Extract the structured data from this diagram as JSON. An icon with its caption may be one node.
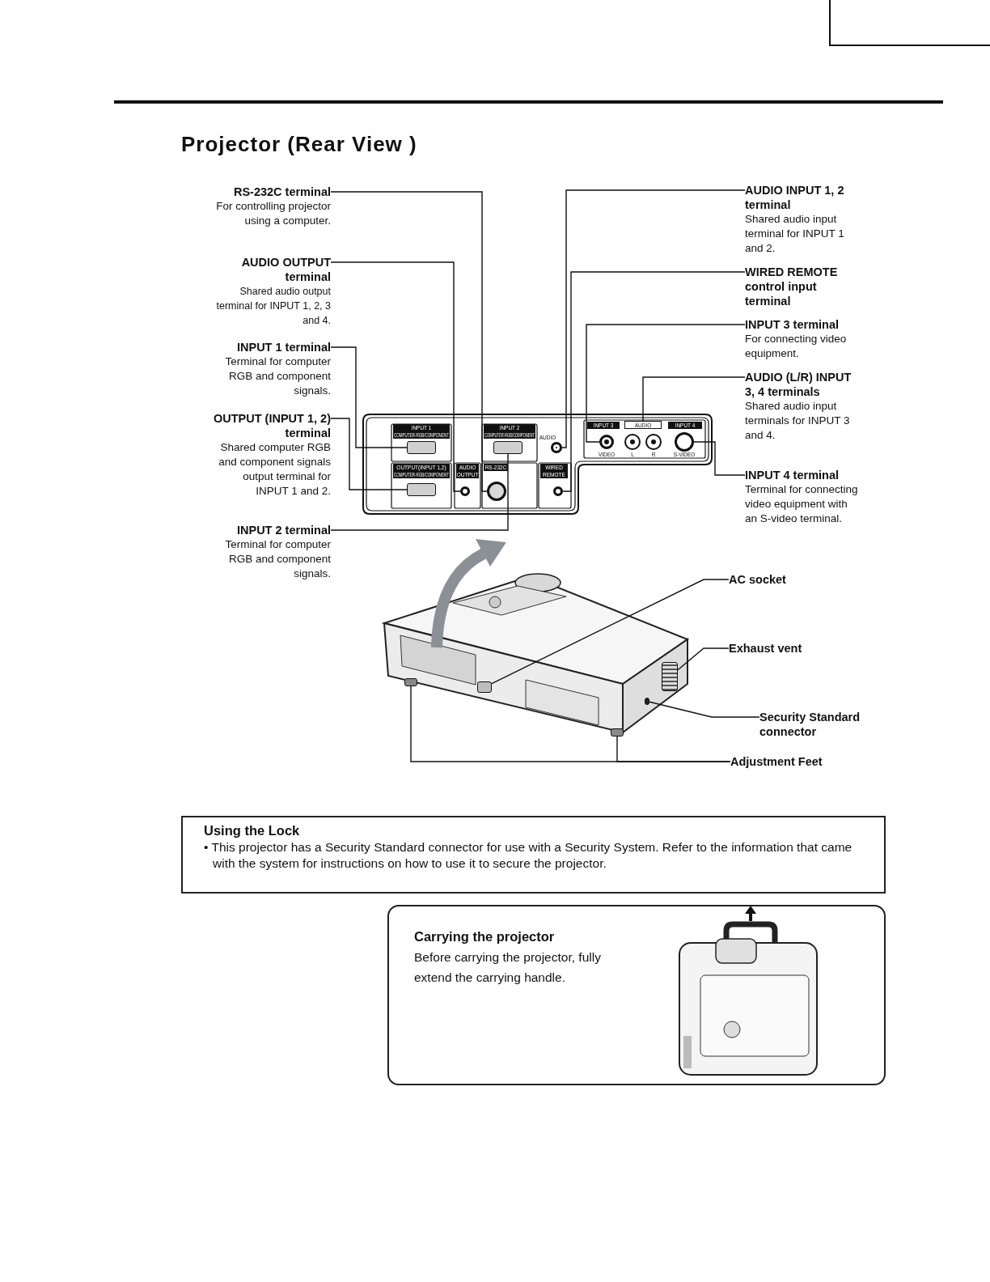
{
  "diagram": {
    "title": "Projector (Rear View )",
    "nodes": [
      {
        "text": [
          "RS-232C terminal",
          "For controlling projector using a computer."
        ]
      },
      {
        "text": [
          "AUDIO OUTPUT terminal",
          "Shared audio output terminal for INPUT 1, 2, 3 and 4."
        ]
      },
      {
        "text": [
          "INPUT 1 terminal",
          "Terminal for computer RGB and component signals."
        ]
      },
      {
        "text": [
          "OUTPUT (INPUT 1, 2) terminal",
          "Shared computer RGB and component signals output terminal for INPUT 1 and 2."
        ]
      },
      {
        "text": [
          "INPUT 2 terminal",
          "Terminal for computer RGB and component signals."
        ]
      },
      {
        "text": [
          "AUDIO INPUT 1, 2 terminal",
          "Shared audio input terminal for INPUT 1 and 2."
        ]
      },
      {
        "text": [
          "WIRED REMOTE control input terminal"
        ]
      },
      {
        "text": [
          "INPUT 3 terminal",
          "For connecting video equipment."
        ]
      },
      {
        "text": [
          "AUDIO (L/R) INPUT 3, 4 terminals",
          "Shared audio input terminals for INPUT 3 and 4."
        ]
      },
      {
        "text": [
          "INPUT 4 terminal",
          "Terminal for connecting video equipment with an S-video terminal."
        ]
      },
      {
        "text": [],
        "shape": "box"
      },
      {
        "text": [],
        "shape": "box"
      },
      {
        "text": [],
        "shape": "circle"
      },
      {
        "text": [],
        "shape": "circle"
      },
      {
        "text": [
          "AUDIO"
        ]
      },
      {
        "text": [],
        "shape": "circle"
      },
      {
        "text": [],
        "shape": "box"
      },
      {
        "text": [],
        "shape": "circle"
      },
      {
        "text": [],
        "shape": "circle"
      },
      {
        "text": [],
        "shape": "circle"
      },
      {
        "text": [
          "AC socket"
        ]
      },
      {
        "text": [
          "Exhaust vent"
        ]
      },
      {
        "text": [
          "Security Standard connector"
        ]
      },
      {
        "text": [
          "Adjustment Feet"
        ]
      },
      {
        "text": [],
        "shape": "box"
      },
      {
        "text": [],
        "shape": "box"
      },
      {
        "text": [],
        "shape": "box"
      },
      {
        "text": [],
        "shape": "box"
      },
      {
        "text": [],
        "shape": "box"
      },
      {
        "text": [
          "Using the Lock",
          "• This projector has a Security Standard connector for use with a Security System. Refer to the information that came with the system for instructions on how to use it to secure the projector."
        ]
      },
      {
        "text": [
          "Carrying the projector",
          "Before carrying the projector, fully extend the carrying handle."
        ]
      }
    ],
    "edges": [
      {
        "from": 0,
        "to": 18,
        "arrow": "none"
      },
      {
        "from": 1,
        "to": 17,
        "arrow": "none"
      },
      {
        "from": 2,
        "to": 10,
        "arrow": "none"
      },
      {
        "from": 3,
        "to": 16,
        "arrow": "none"
      },
      {
        "from": 4,
        "to": 11,
        "arrow": "none"
      },
      {
        "from": 5,
        "to": 12,
        "arrow": "none"
      },
      {
        "from": 6,
        "to": 19,
        "arrow": "none"
      },
      {
        "from": 7,
        "to": 13,
        "arrow": "none"
      },
      {
        "from": 8,
        "to": 14,
        "arrow": "none"
      },
      {
        "from": 9,
        "to": 15,
        "arrow": "none"
      },
      {
        "from": 20,
        "to": 24,
        "arrow": "none"
      },
      {
        "from": 21,
        "to": 25,
        "arrow": "none"
      },
      {
        "from": 22,
        "to": 26,
        "arrow": "none"
      },
      {
        "from": 23,
        "to": 27,
        "arrow": "none"
      },
      {
        "from": 23,
        "to": 28,
        "arrow": "none"
      }
    ],
    "labels": [
      "INPUT 1",
      "COMPUTER-RGB/COMPONENT",
      "INPUT 2",
      "COMPUTER-RGB/COMPONENT",
      "AUDIO",
      "INPUT 3",
      "INPUT 4",
      "VIDEO",
      "L",
      "R",
      "S-VIDEO",
      "OUTPUT(INPUT 1,2)",
      "COMPUTER-RGB/COMPONENT",
      "AUDIO OUTPUT",
      "RS-232C",
      "WIRED REMOTE"
    ]
  }
}
